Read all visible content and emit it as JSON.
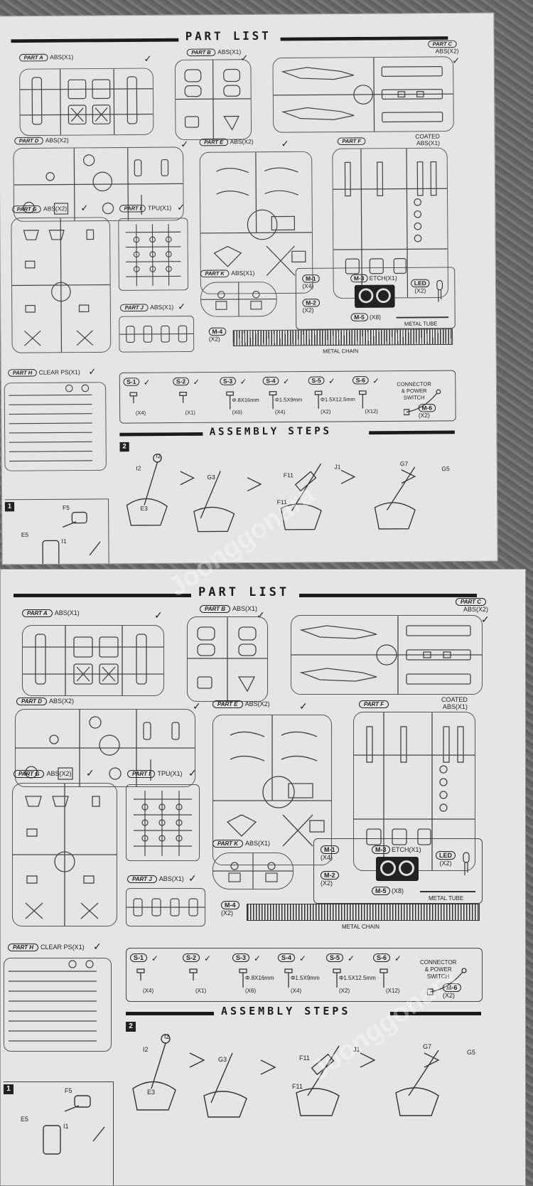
{
  "header": {
    "part_list": "PART LIST",
    "assembly_steps": "ASSEMBLY STEPS"
  },
  "parts": {
    "a": {
      "tag": "PART A",
      "material": "ABS(X1)"
    },
    "b": {
      "tag": "PART B",
      "material": "ABS(X1)"
    },
    "c": {
      "tag": "PART C",
      "material": "ABS(X2)"
    },
    "d": {
      "tag": "PART D",
      "material": "ABS(X2)"
    },
    "e": {
      "tag": "PART E",
      "material": "ABS(X2)"
    },
    "f": {
      "tag": "PART F",
      "material_line1": "COATED",
      "material_line2": "ABS(X1)"
    },
    "g": {
      "tag": "PART G",
      "material": "ABS(X2)"
    },
    "i": {
      "tag": "PART I",
      "material": "TPU(X1)"
    },
    "j": {
      "tag": "PART J",
      "material": "ABS(X1)"
    },
    "k": {
      "tag": "PART K",
      "material": "ABS(X1)"
    },
    "h": {
      "tag": "PART H",
      "material": "CLEAR PS(X1)"
    }
  },
  "metal": {
    "m1": {
      "tag": "M-1",
      "qty": "(X4)"
    },
    "m2": {
      "tag": "M-2",
      "qty": "(X2)"
    },
    "m3": {
      "tag": "M-3",
      "desc": "ETCH(X1)"
    },
    "led": {
      "tag": "LED",
      "qty": "(X2)"
    },
    "m5": {
      "tag": "M-5",
      "qty": "(X8)",
      "desc": "METAL TUBE"
    },
    "m4": {
      "tag": "M-4",
      "qty": "(X2)",
      "desc": "METAL CHAIN"
    },
    "m6": {
      "tag": "M-6",
      "qty": "(X2)",
      "desc_line1": "CONNECTOR",
      "desc_line2": "& POWER",
      "desc_line3": "SWITCH"
    }
  },
  "screws": [
    {
      "tag": "S-1",
      "qty": "(X4)",
      "size": ""
    },
    {
      "tag": "S-2",
      "qty": "(X1)",
      "size": ""
    },
    {
      "tag": "S-3",
      "qty": "(X6)",
      "size": "Φ.8X16mm"
    },
    {
      "tag": "S-4",
      "qty": "(X4)",
      "size": "Φ1.5X9mm"
    },
    {
      "tag": "S-5",
      "qty": "(X2)",
      "size": "Φ1.5X12.5mm"
    },
    {
      "tag": "S-6",
      "qty": "(X12)",
      "size": ""
    }
  ],
  "steps": {
    "s1": "1",
    "s2": "2",
    "labels": [
      "I2",
      "I2",
      "E3",
      "G3",
      "F11",
      "J1",
      "F11",
      "G7",
      "G5",
      "F5",
      "E5",
      "I1"
    ]
  },
  "watermark": "Joonggonara"
}
